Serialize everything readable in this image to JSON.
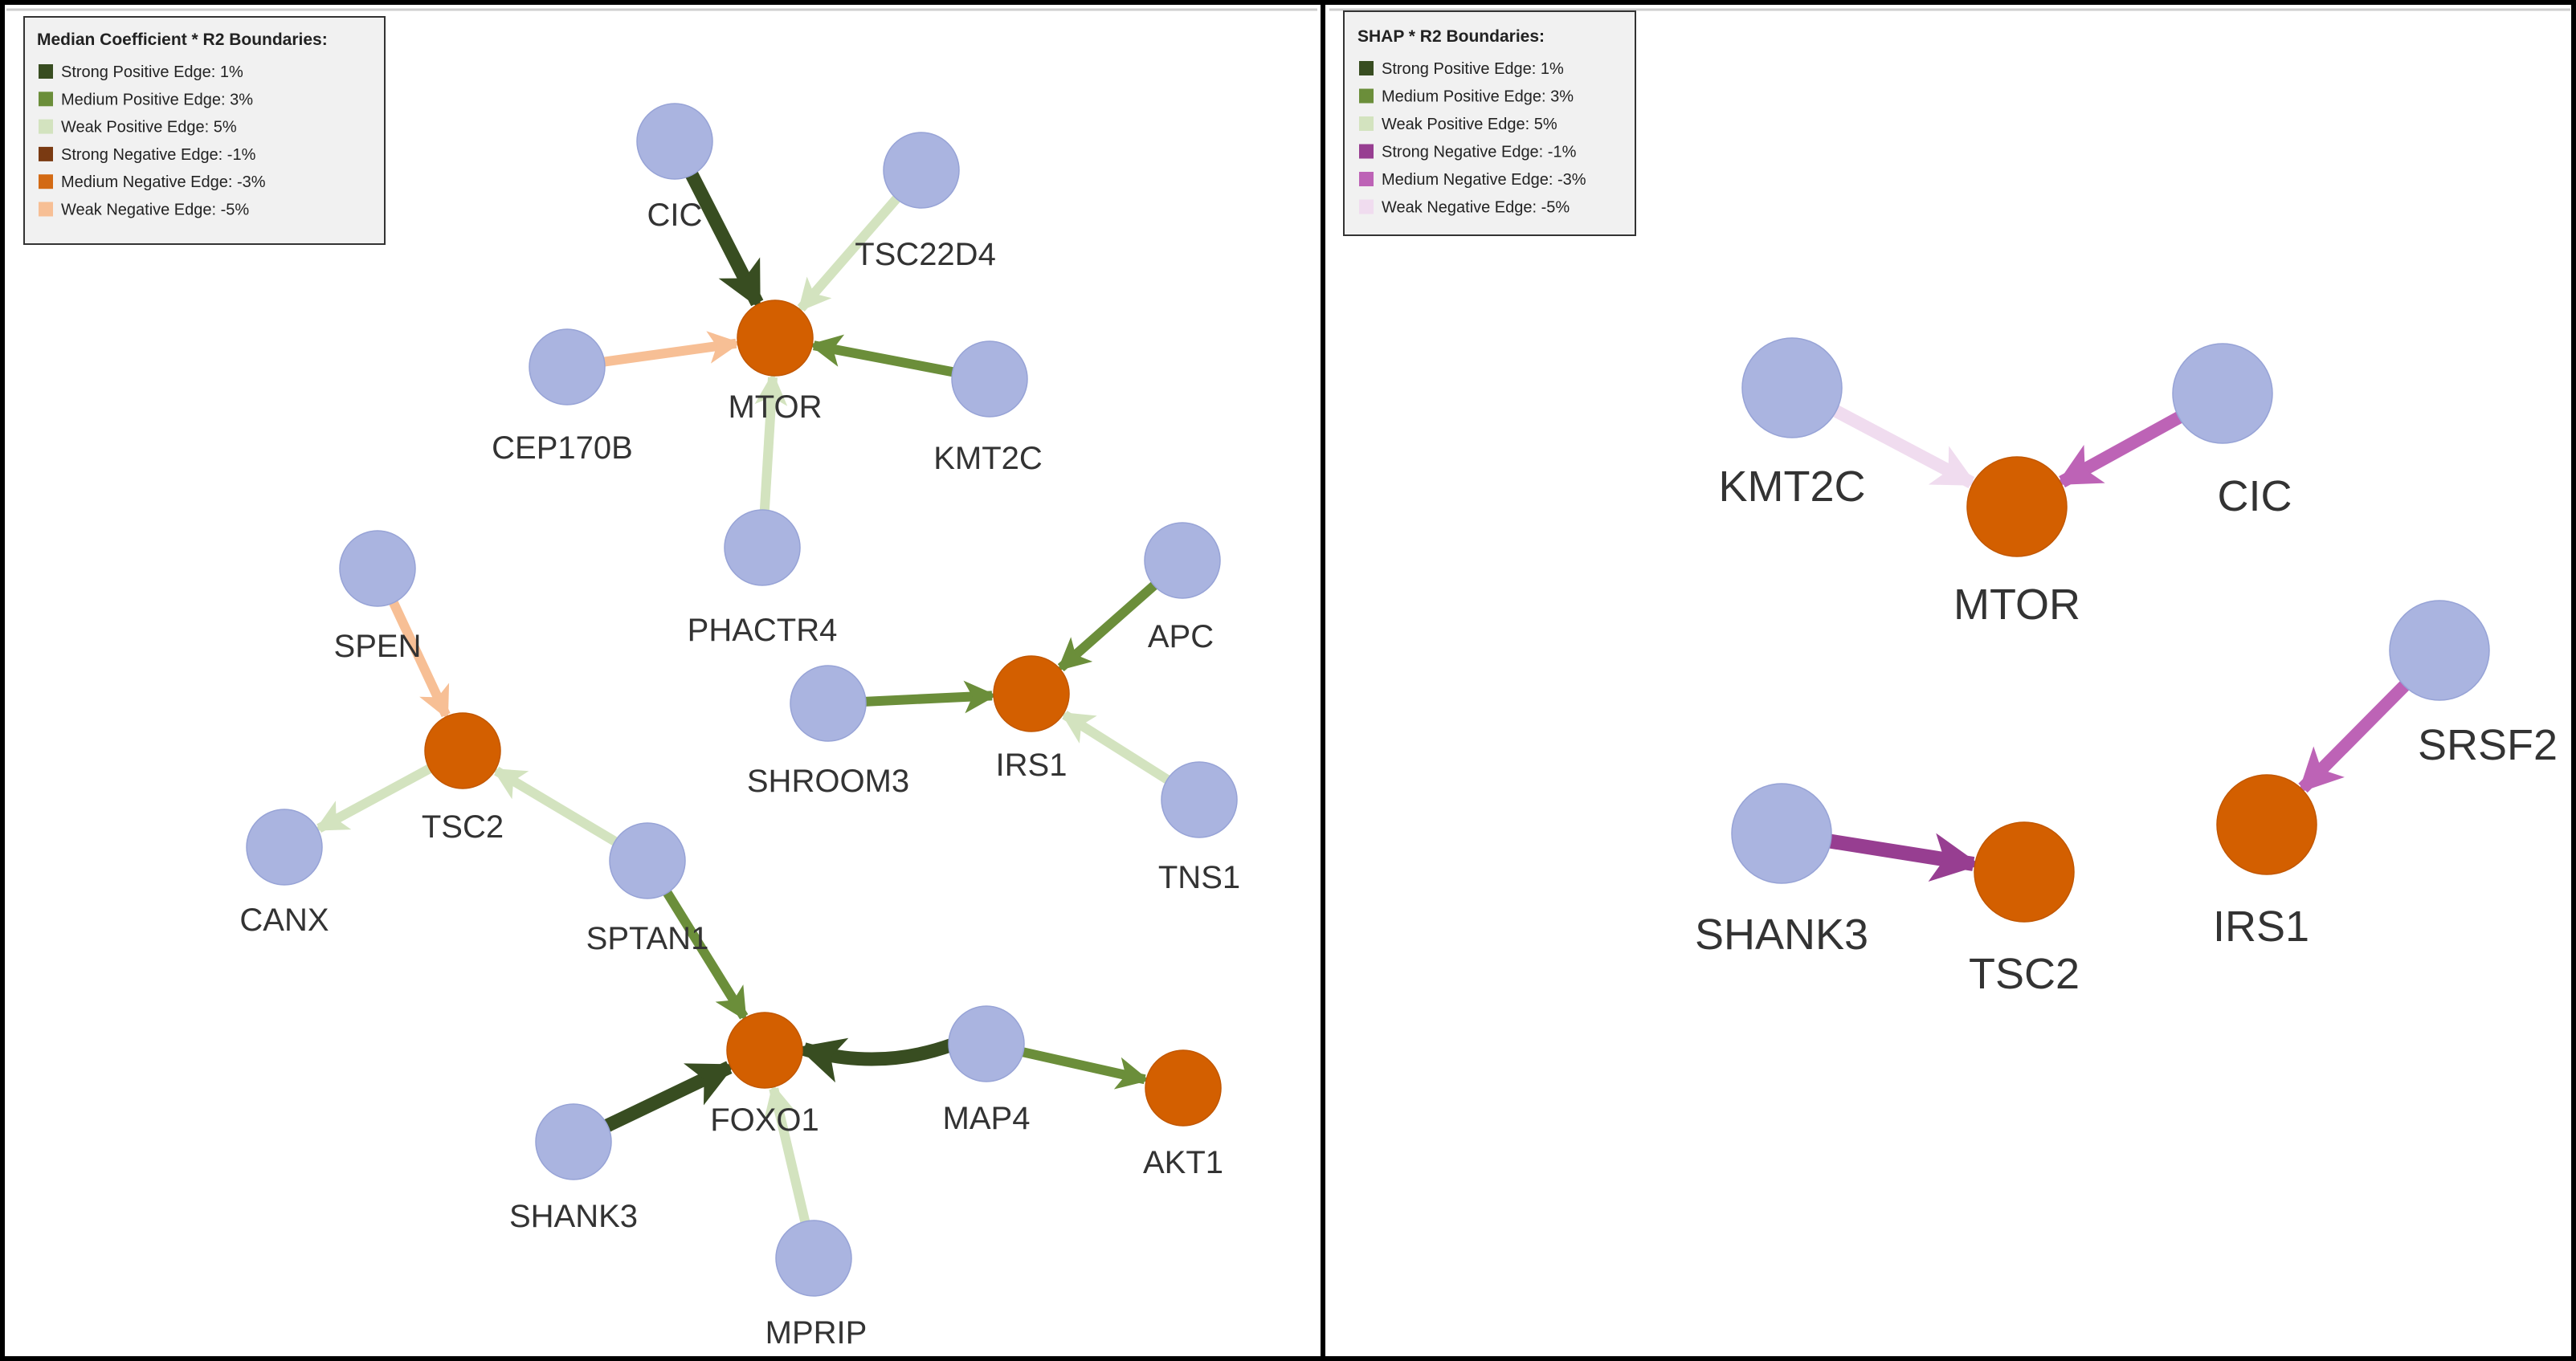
{
  "colors": {
    "node_gene": "#aab4e0",
    "node_target": "#d35f00",
    "strong_positive": "#384d21",
    "medium_positive": "#6b8e3a",
    "weak_positive": "#d3e3bf",
    "strong_negative_panel1": "#7a3a12",
    "medium_negative_panel1": "#d36a14",
    "weak_negative_panel1": "#f7bf95",
    "strong_negative_panel2": "#973e91",
    "medium_negative_panel2": "#bd63b6",
    "weak_negative_panel2": "#f0dcef"
  },
  "panels": [
    {
      "legend": {
        "title": "Median Coefficient * R2 Boundaries:",
        "items": [
          {
            "label": "Strong Positive Edge: 1%",
            "color": "#384d21"
          },
          {
            "label": "Medium Positive Edge: 3%",
            "color": "#6b8e3a"
          },
          {
            "label": "Weak Positive Edge: 5%",
            "color": "#d3e3bf"
          },
          {
            "label": "Strong Negative Edge: -1%",
            "color": "#7a3a12"
          },
          {
            "label": "Medium Negative Edge: -3%",
            "color": "#d36a14"
          },
          {
            "label": "Weak Negative Edge: -5%",
            "color": "#f7bf95"
          }
        ]
      },
      "nodes": [
        {
          "id": "MTOR",
          "label": "MTOR",
          "kind": "target"
        },
        {
          "id": "CIC",
          "label": "CIC",
          "kind": "gene"
        },
        {
          "id": "TSC22D4",
          "label": "TSC22D4",
          "kind": "gene"
        },
        {
          "id": "CEP170B",
          "label": "CEP170B",
          "kind": "gene"
        },
        {
          "id": "KMT2C",
          "label": "KMT2C",
          "kind": "gene"
        },
        {
          "id": "PHACTR4",
          "label": "PHACTR4",
          "kind": "gene"
        },
        {
          "id": "SPEN",
          "label": "SPEN",
          "kind": "gene"
        },
        {
          "id": "TSC2",
          "label": "TSC2",
          "kind": "target"
        },
        {
          "id": "CANX",
          "label": "CANX",
          "kind": "gene"
        },
        {
          "id": "SPTAN1",
          "label": "SPTAN1",
          "kind": "gene"
        },
        {
          "id": "APC",
          "label": "APC",
          "kind": "gene"
        },
        {
          "id": "IRS1",
          "label": "IRS1",
          "kind": "target"
        },
        {
          "id": "SHROOM3",
          "label": "SHROOM3",
          "kind": "gene"
        },
        {
          "id": "TNS1",
          "label": "TNS1",
          "kind": "gene"
        },
        {
          "id": "FOXO1",
          "label": "FOXO1",
          "kind": "target"
        },
        {
          "id": "MAP4",
          "label": "MAP4",
          "kind": "gene"
        },
        {
          "id": "AKT1",
          "label": "AKT1",
          "kind": "target"
        },
        {
          "id": "SHANK3",
          "label": "SHANK3",
          "kind": "gene"
        },
        {
          "id": "MPRIP",
          "label": "MPRIP",
          "kind": "gene"
        }
      ],
      "edges": [
        {
          "from": "CIC",
          "to": "MTOR",
          "strength": "strong_positive"
        },
        {
          "from": "TSC22D4",
          "to": "MTOR",
          "strength": "weak_positive"
        },
        {
          "from": "CEP170B",
          "to": "MTOR",
          "strength": "weak_negative"
        },
        {
          "from": "KMT2C",
          "to": "MTOR",
          "strength": "medium_positive"
        },
        {
          "from": "PHACTR4",
          "to": "MTOR",
          "strength": "weak_positive"
        },
        {
          "from": "SPEN",
          "to": "TSC2",
          "strength": "weak_negative"
        },
        {
          "from": "TSC2",
          "to": "CANX",
          "strength": "weak_positive"
        },
        {
          "from": "SPTAN1",
          "to": "TSC2",
          "strength": "weak_positive"
        },
        {
          "from": "SPTAN1",
          "to": "FOXO1",
          "strength": "medium_positive"
        },
        {
          "from": "APC",
          "to": "IRS1",
          "strength": "medium_positive"
        },
        {
          "from": "SHROOM3",
          "to": "IRS1",
          "strength": "medium_positive"
        },
        {
          "from": "TNS1",
          "to": "IRS1",
          "strength": "weak_positive"
        },
        {
          "from": "MAP4",
          "to": "FOXO1",
          "strength": "strong_positive"
        },
        {
          "from": "MAP4",
          "to": "AKT1",
          "strength": "medium_positive"
        },
        {
          "from": "SHANK3",
          "to": "FOXO1",
          "strength": "strong_positive"
        },
        {
          "from": "MPRIP",
          "to": "FOXO1",
          "strength": "weak_positive"
        }
      ]
    },
    {
      "legend": {
        "title": "SHAP * R2 Boundaries:",
        "items": [
          {
            "label": "Strong Positive Edge: 1%",
            "color": "#384d21"
          },
          {
            "label": "Medium Positive Edge: 3%",
            "color": "#6b8e3a"
          },
          {
            "label": "Weak Positive Edge: 5%",
            "color": "#d3e3bf"
          },
          {
            "label": "Strong Negative Edge: -1%",
            "color": "#973e91"
          },
          {
            "label": "Medium Negative Edge: -3%",
            "color": "#bd63b6"
          },
          {
            "label": "Weak Negative Edge: -5%",
            "color": "#f0dcef"
          }
        ]
      },
      "nodes": [
        {
          "id": "KMT2C",
          "label": "KMT2C",
          "kind": "gene"
        },
        {
          "id": "CIC",
          "label": "CIC",
          "kind": "gene"
        },
        {
          "id": "MTOR",
          "label": "MTOR",
          "kind": "target"
        },
        {
          "id": "SRSF2",
          "label": "SRSF2",
          "kind": "gene"
        },
        {
          "id": "IRS1",
          "label": "IRS1",
          "kind": "target"
        },
        {
          "id": "SHANK3",
          "label": "SHANK3",
          "kind": "gene"
        },
        {
          "id": "TSC2",
          "label": "TSC2",
          "kind": "target"
        }
      ],
      "edges": [
        {
          "from": "KMT2C",
          "to": "MTOR",
          "strength": "weak_negative"
        },
        {
          "from": "CIC",
          "to": "MTOR",
          "strength": "medium_negative"
        },
        {
          "from": "SRSF2",
          "to": "IRS1",
          "strength": "medium_negative"
        },
        {
          "from": "SHANK3",
          "to": "TSC2",
          "strength": "strong_negative"
        }
      ]
    }
  ]
}
